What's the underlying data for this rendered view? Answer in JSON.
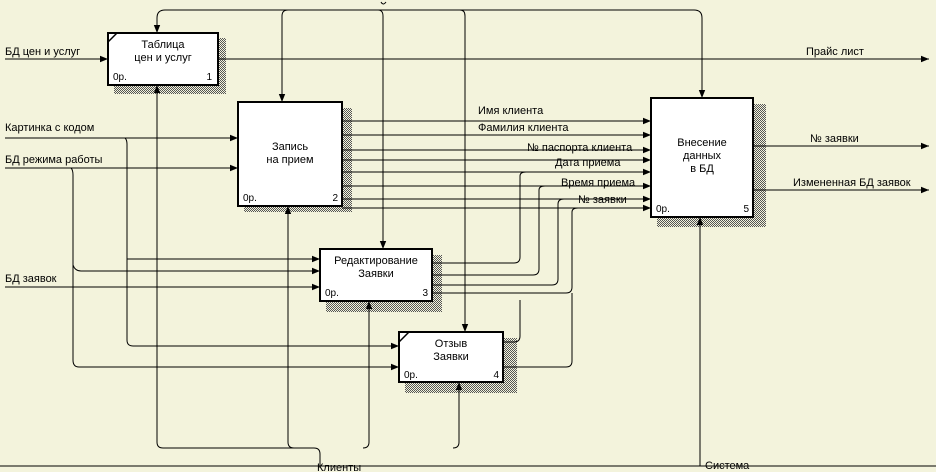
{
  "colors": {
    "background": "#f3f3dc",
    "box_fill": "#ffffff",
    "stroke": "#000000",
    "shadow": "#555555"
  },
  "boxes": [
    {
      "title": [
        "Таблица",
        "цен и услуг"
      ],
      "cost": "0р.",
      "number": "1"
    },
    {
      "title": [
        "Запись",
        "на прием"
      ],
      "cost": "0р.",
      "number": "2"
    },
    {
      "title": [
        "Редактирование",
        "Заявки"
      ],
      "cost": "0р.",
      "number": "3"
    },
    {
      "title": [
        "Отзыв",
        "Заявки"
      ],
      "cost": "0р.",
      "number": "4"
    },
    {
      "title": [
        "Внесение",
        "данных",
        "в БД"
      ],
      "cost": "0р.",
      "number": "5"
    }
  ],
  "inputs": {
    "price_db": "БД цен и услуг",
    "picture_code": "Картинка с кодом",
    "work_mode_db": "БД режима работы",
    "orders_db": "БД заявок"
  },
  "outputs": {
    "price_list": "Прайс лист",
    "order_number": "№ заявки",
    "changed_db": "Измененная БД заявок"
  },
  "flows": {
    "client_name": "Имя клиента",
    "client_surname": "Фамилия клиента",
    "passport": "№ паспорта клиента",
    "date": "Дата приема",
    "time": "Время приема",
    "order_number": "№ заявки"
  },
  "mechanisms": {
    "clients": "Клиенты",
    "system": "Система"
  }
}
